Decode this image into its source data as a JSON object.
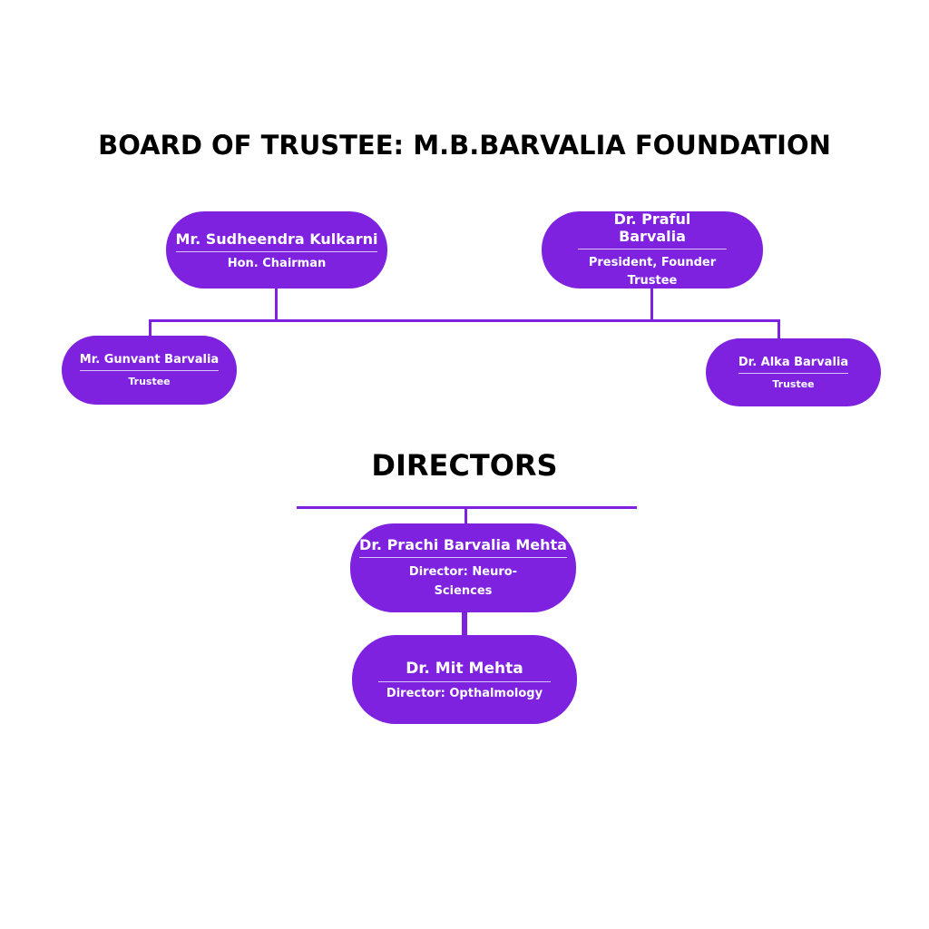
{
  "title": "BOARD OF TRUSTEE: M.B.BARVALIA FOUNDATION",
  "directors_title": "DIRECTORS",
  "accent_color": "#7e22e0",
  "trustees": [
    {
      "name": "Mr. Sudheendra Kulkarni",
      "role": "Hon. Chairman"
    },
    {
      "name": "Dr. Praful Barvalia",
      "role": "President, Founder Trustee"
    },
    {
      "name": "Mr. Gunvant Barvalia",
      "role": "Trustee"
    },
    {
      "name": "Dr. Alka Barvalia",
      "role": "Trustee"
    }
  ],
  "directors": [
    {
      "name": "Dr. Prachi Barvalia Mehta",
      "role": "Director: Neuro-Sciences"
    },
    {
      "name": "Dr. Mit Mehta",
      "role": "Director: Opthalmology"
    }
  ]
}
